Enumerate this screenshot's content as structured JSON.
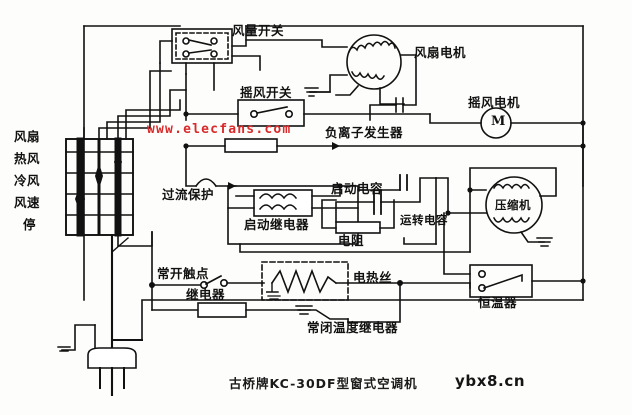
{
  "document": {
    "type": "circuit-schematic",
    "caption": "古桥牌KC-30DF型窗式空调机",
    "watermark": "www.elecfans.com",
    "site_tag": "ybx8.cn"
  },
  "labels": {
    "airflow_switch": "风量开关",
    "swing_switch": "摇风开关",
    "fan_motor": "风扇电机",
    "swing_motor": "摇风电机",
    "swing_motor_symbol": "M",
    "anion_generator": "负离子发生器",
    "overcurrent_protection": "过流保护",
    "start_relay": "启动继电器",
    "start_capacitor": "启动电容",
    "run_capacitor": "运转电容",
    "resistor": "电阻",
    "compressor": "压缩机",
    "normally_open_contact": "常开触点",
    "relay": "继电器",
    "heating_wire": "电热丝",
    "thermostat": "恒温器",
    "nc_temp_relay": "常闭温度继电器"
  },
  "selector": {
    "positions": [
      {
        "label": "风扇"
      },
      {
        "label": "热风"
      },
      {
        "label": "冷风"
      },
      {
        "label": "风速"
      },
      {
        "label": "停"
      }
    ]
  },
  "colors": {
    "ink": "#111111",
    "paper": "#fdfdfb",
    "watermark": "#d92b2b"
  }
}
